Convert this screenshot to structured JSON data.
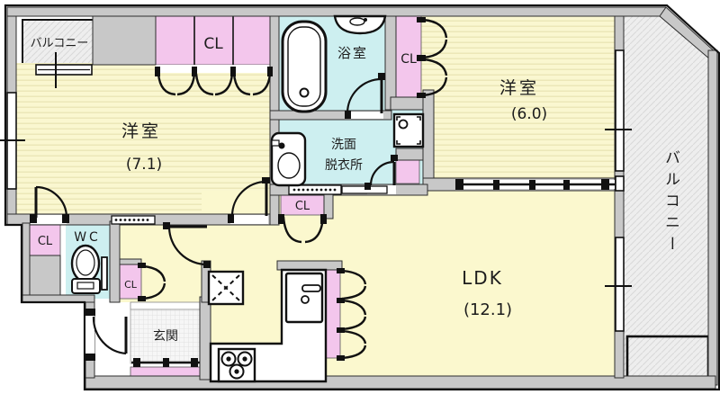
{
  "plan": {
    "labels": {
      "closet": "CL",
      "balcony_top": "バルコニー",
      "balcony_right": "バルコニー",
      "bathroom": "浴室",
      "washroom_line1": "洗面",
      "washroom_line2": "脱衣所",
      "wc": "WC",
      "entrance": "玄関",
      "bedroom_left_name": "洋室",
      "bedroom_left_size": "(7.1)",
      "bedroom_right_name": "洋室",
      "bedroom_right_size": "(6.0)",
      "ldk_name": "LDK",
      "ldk_size": "(12.1)"
    },
    "rooms": [
      {
        "name": "洋室",
        "size_tatami": "7.1"
      },
      {
        "name": "洋室",
        "size_tatami": "6.0"
      },
      {
        "name": "LDK",
        "size_tatami": "12.1"
      },
      {
        "name": "浴室"
      },
      {
        "name": "洗面脱衣所"
      },
      {
        "name": "WC"
      },
      {
        "name": "玄関"
      },
      {
        "name": "バルコニー",
        "locations": [
          "top-left",
          "right"
        ]
      },
      {
        "name": "CL",
        "count": 6
      }
    ],
    "colors": {
      "wall": "#c8c8c8",
      "floor_plain": "#fbf8ce",
      "floor_stripe": "#faf7d0",
      "closet_pink": "#f3c6ec",
      "wet_cyan": "#cdeff0",
      "balcony_gray": "#eeeeee",
      "tile": "#f6f6f6",
      "outline": "#111111",
      "background": "#ffffff"
    }
  }
}
